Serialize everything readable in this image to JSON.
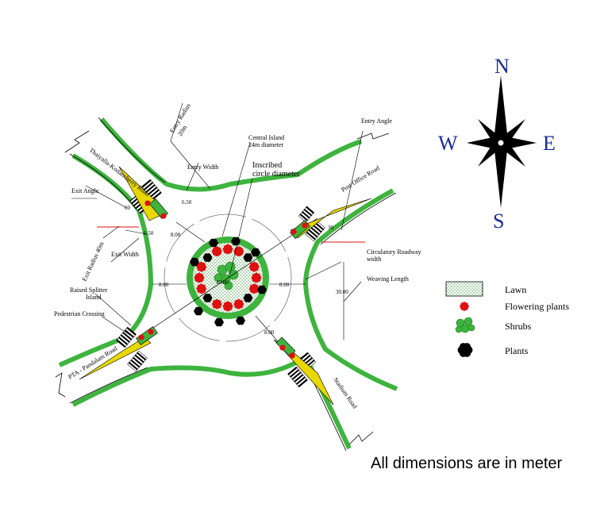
{
  "roads": {
    "nw": "Thaiyalla-Kodancherry Road",
    "ne": "Post Office Road",
    "sw": "PTA - Pandalam Road",
    "se": "Stadium Road"
  },
  "labels": {
    "entry_radius": "Entry Radius",
    "entry_radius_val": "20m",
    "entry_width": "Entry Width",
    "exit_angle": "Exit Angle",
    "exit_radius": "Exit Radius 40m",
    "exit_width": "Exit Width",
    "central_island_1": "Central Island",
    "central_island_2": "24m diameter",
    "inscribed_1": "Inscribed",
    "inscribed_2": "circle diameter",
    "entry_angle": "Entry Angle",
    "circ_roadway_1": "Circulatory Roadway",
    "circ_roadway_2": "width",
    "weaving_length": "Weaving Length",
    "splitter_1": "Raised Splitter",
    "splitter_2": "Island",
    "ped_crossing": "Pedestrian Crossing"
  },
  "dimensions": {
    "entry_width": "6.50",
    "exit_width": "6.50",
    "exit_angle": "60",
    "entry_angle": "30",
    "diam": "40.00",
    "w_left": "8.00",
    "w_right": "8.00",
    "w_top": "8.00",
    "w_bottom": "8.00",
    "weaving": "30.00"
  },
  "compass": {
    "n": "N",
    "s": "S",
    "e": "E",
    "w": "W"
  },
  "legend": [
    {
      "label": "Lawn",
      "icon": "lawn-swatch"
    },
    {
      "label": "Flowering plants",
      "icon": "flower-icon"
    },
    {
      "label": "Shrubs",
      "icon": "shrub-icon"
    },
    {
      "label": "Plants",
      "icon": "plant-icon"
    }
  ],
  "footer": "All dimensions are in meter",
  "colors": {
    "kerb": "#3eb43e",
    "lawn": "#d8f0d0",
    "flower": "#e01010",
    "splitter": "#e8d800",
    "compass": "#1a2a9a"
  }
}
